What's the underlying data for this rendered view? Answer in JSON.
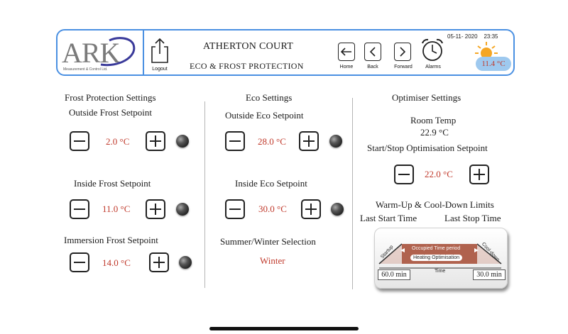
{
  "header": {
    "logo_text": "ARK",
    "logo_subtext": "Measurement & Control Ltd.",
    "logout_label": "Logout",
    "site_name": "ATHERTON COURT",
    "page_name": "ECO & FROST PROTECTION",
    "nav": {
      "home": "Home",
      "back": "Back",
      "forward": "Forward",
      "alarms": "Alarms"
    },
    "date": "05-11- 2020",
    "time": "23:35",
    "outside_temp": "11.4 °C"
  },
  "frost": {
    "title": "Frost Protection Settings",
    "outside_label": "Outside Frost Setpoint",
    "outside_value": "2.0 °C",
    "inside_label": "Inside Frost Setpoint",
    "inside_value": "11.0 °C",
    "immersion_label": "Immersion Frost Setpoint",
    "immersion_value": "14.0 °C"
  },
  "eco": {
    "title": "Eco Settings",
    "outside_label": "Outside Eco Setpoint",
    "outside_value": "28.0 °C",
    "inside_label": "Inside Eco Setpoint",
    "inside_value": "30.0 °C",
    "summer_winter_label": "Summer/Winter Selection",
    "summer_winter_value": "Winter"
  },
  "optimiser": {
    "title": "Optimiser Settings",
    "room_temp_label": "Room Temp",
    "room_temp_value": "22.9 °C",
    "startstop_label": "Start/Stop Optimisation Setpoint",
    "startstop_value": "22.0 °C",
    "limits_label": "Warm-Up & Cool-Down Limits",
    "last_start_label": "Last Start Time",
    "last_stop_label": "Last Stop Time",
    "diagram": {
      "startup": "Startup",
      "cooldown": "Cool-down",
      "occupied": "Occupied Time period",
      "heating": "Heating Optimisation",
      "time": "Time",
      "start_value": "60.0 min",
      "stop_value": "30.0 min"
    }
  }
}
